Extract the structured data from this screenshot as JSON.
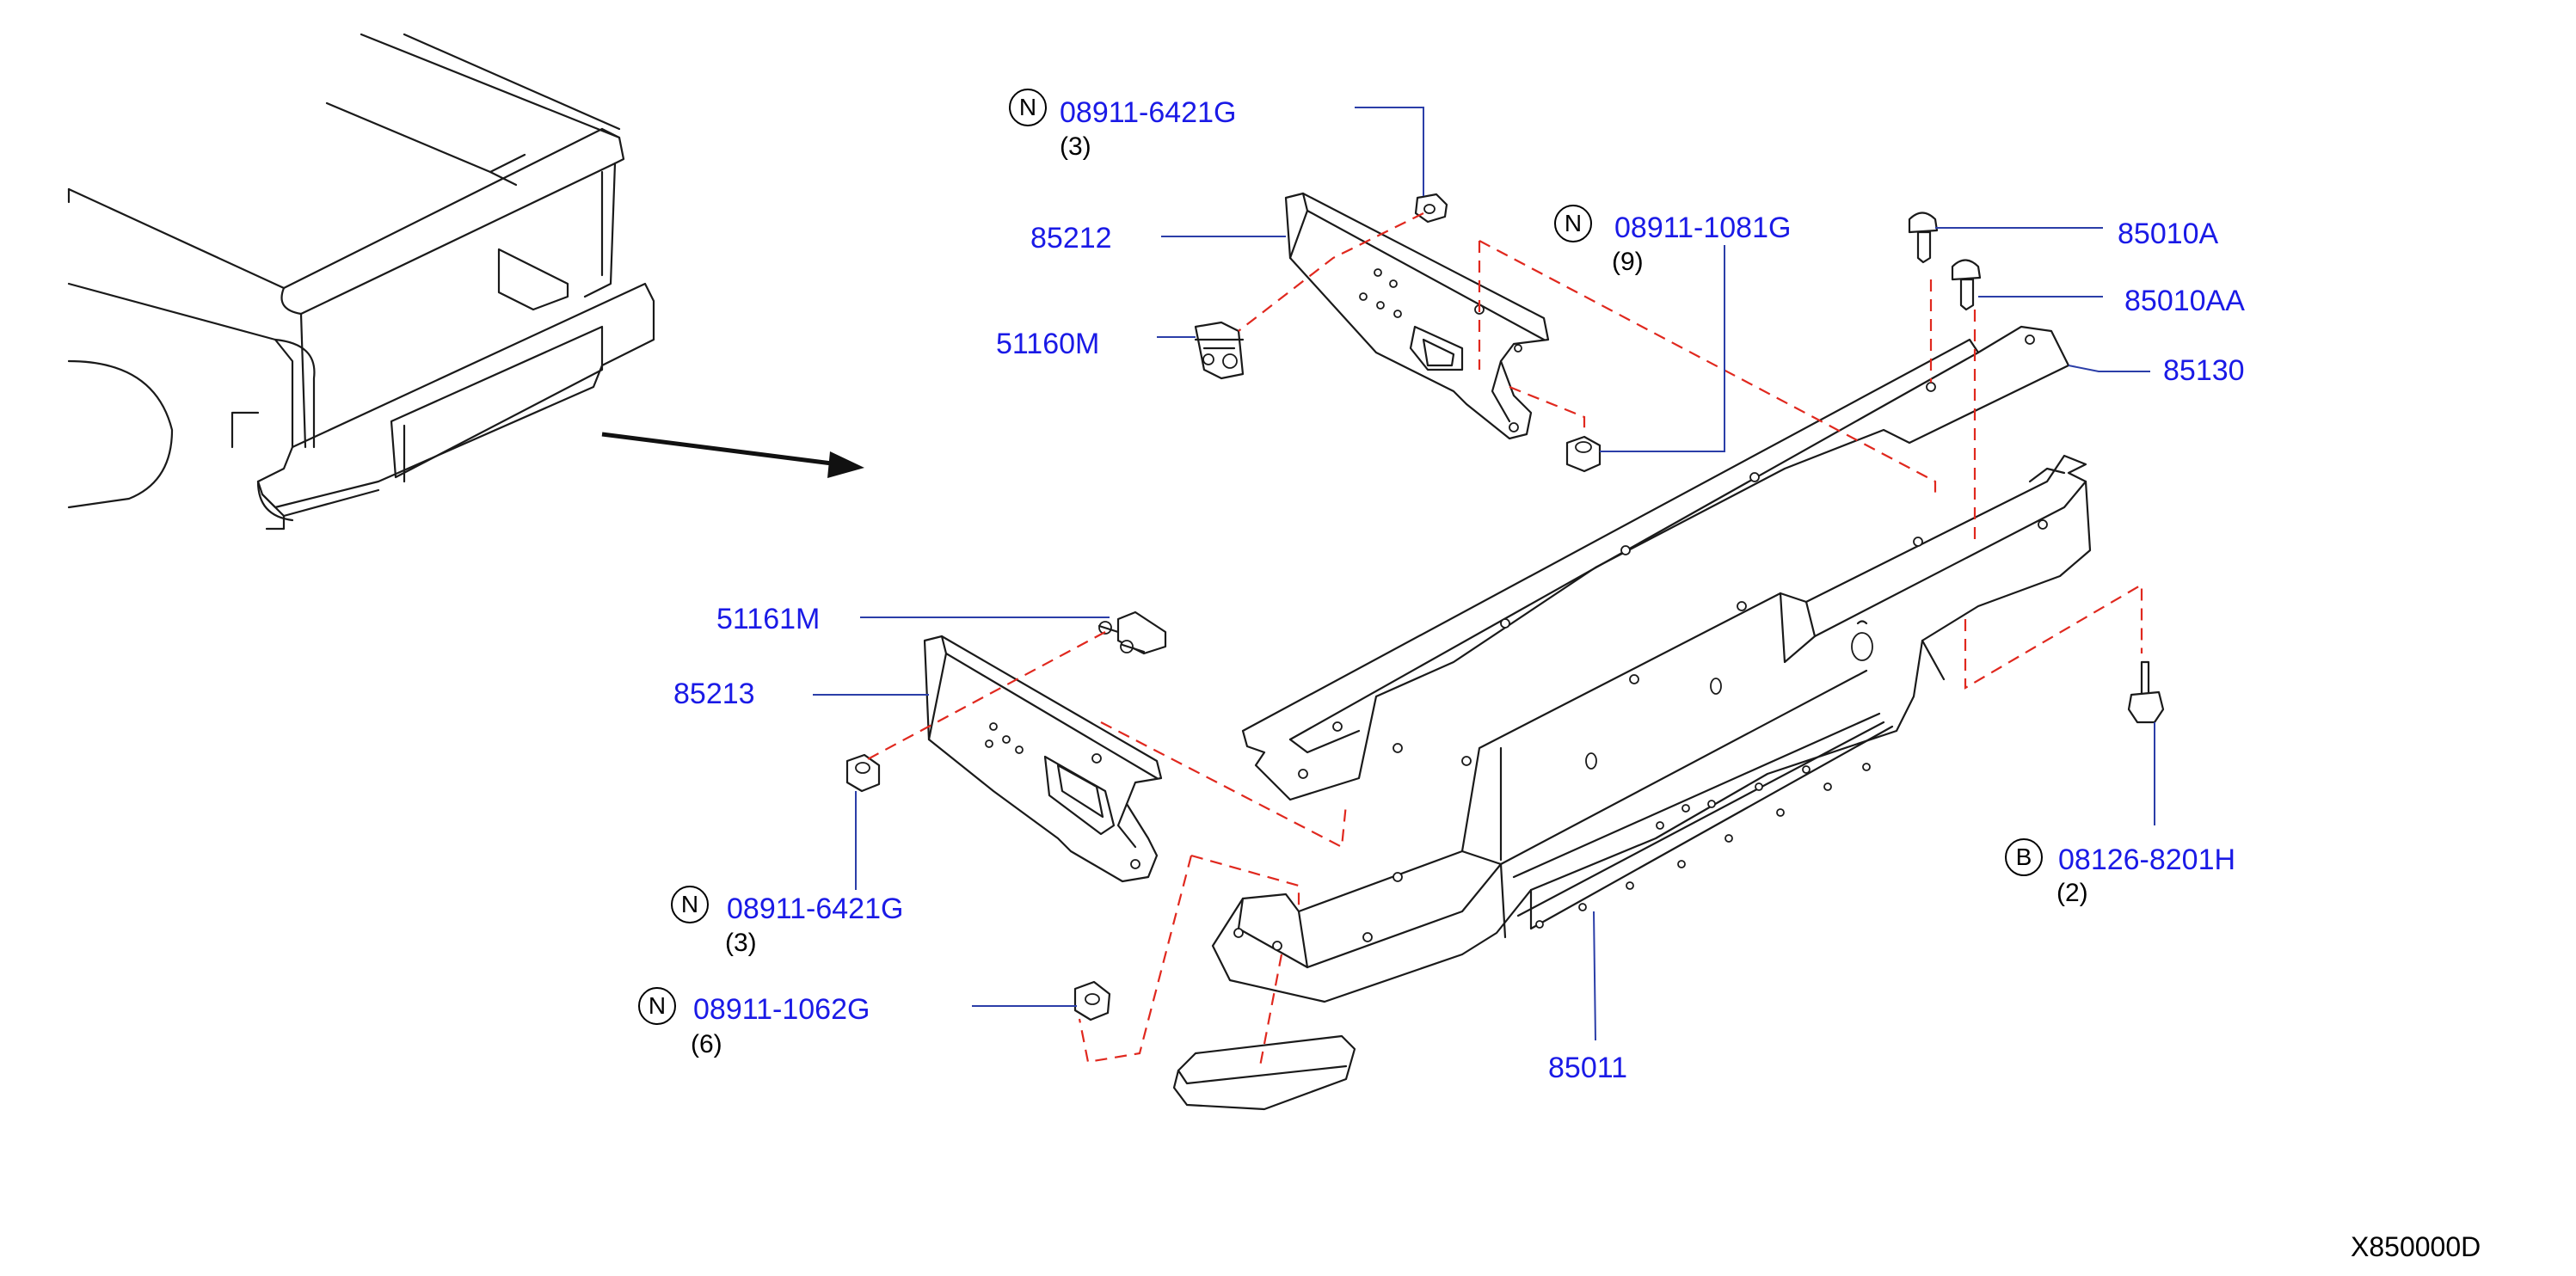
{
  "callouts": {
    "nut_upper_08911_6421G": {
      "badge": "N",
      "label": "08911-6421G",
      "qty": "(3)"
    },
    "stay_85212": {
      "label": "85212"
    },
    "bracket_51160M": {
      "label": "51160M"
    },
    "nut_08911_1081G": {
      "badge": "N",
      "label": "08911-1081G",
      "qty": "(9)"
    },
    "bolt_85010A": {
      "label": "85010A"
    },
    "bolt_85010AA": {
      "label": "85010AA"
    },
    "reinforcement_85130": {
      "label": "85130"
    },
    "bracket_51161M": {
      "label": "51161M"
    },
    "stay_85213": {
      "label": "85213"
    },
    "nut_lower_08911_6421G": {
      "badge": "N",
      "label": "08911-6421G",
      "qty": "(3)"
    },
    "nut_08911_1062G": {
      "badge": "N",
      "label": "08911-1062G",
      "qty": "(6)"
    },
    "bolt_08126_8201H": {
      "badge": "B",
      "label": "08126-8201H",
      "qty": "(2)"
    },
    "bumper_85011": {
      "label": "85011"
    }
  },
  "diagram_code": "X850000D",
  "colors": {
    "callout_text": "#1a1ae6",
    "leader_line": "#2b3ea8",
    "dashed_guide": "#e0281e",
    "drawing_line": "#1a1a1a"
  }
}
